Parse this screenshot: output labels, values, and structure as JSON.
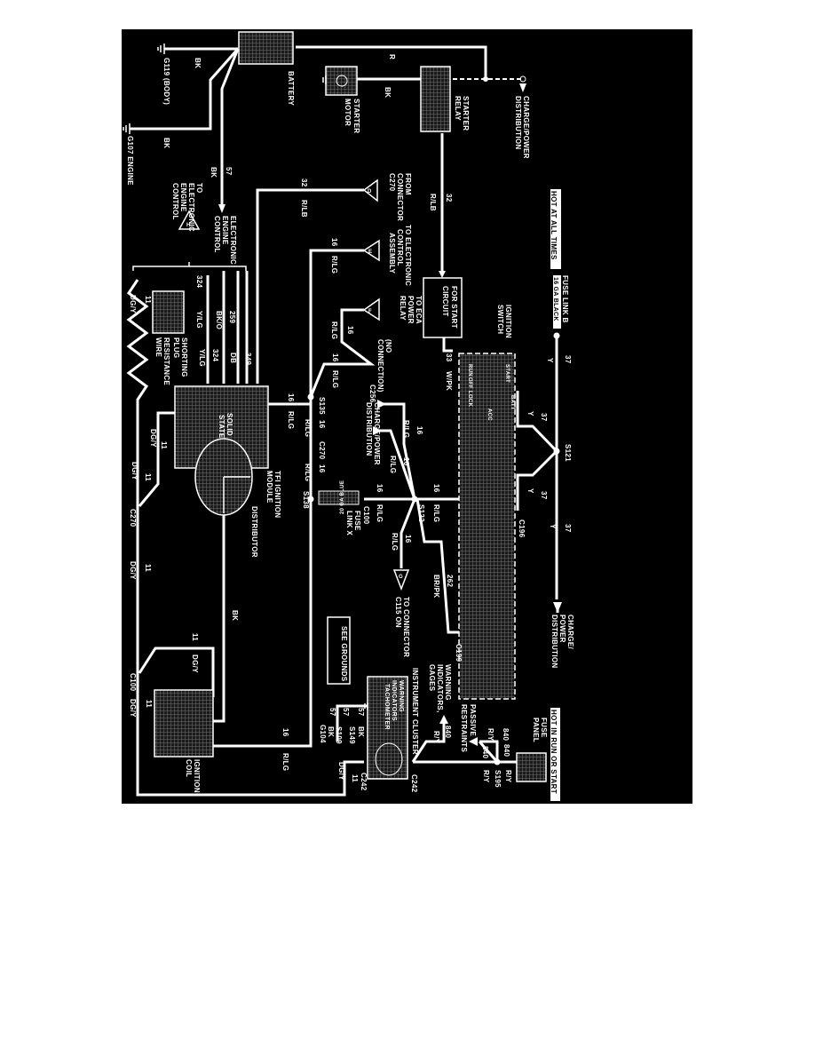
{
  "diagram": {
    "headers": {
      "hot_at_all_times": "HOT AT ALL TIMES",
      "hot_in_run_or_start": "HOT IN RUN OR START"
    },
    "components": {
      "battery": "BATTERY",
      "g119": "G119 (BODY)",
      "g107": "G107 ENGINE",
      "starter_motor": [
        "STARTER",
        "MOTOR"
      ],
      "starter_relay": [
        "STARTER",
        "RELAY"
      ],
      "charge_power_top": [
        "CHARGE/POWER",
        "DISTRIBUTION"
      ],
      "to_eec": [
        "TO",
        "ELECTRONIC",
        "ENGINE",
        "CONTROL"
      ],
      "eec": [
        "ELECTRONIC",
        "ENGINE",
        "CONTROL"
      ],
      "from_connector": [
        "FROM",
        "CONNECTOR",
        "C270"
      ],
      "to_eca_assembly": [
        "TO ELECTRONIC",
        "CONTROL",
        "ASSEMBLY"
      ],
      "fuse_link_b": "FUSE LINK B",
      "fuse_link_b_wire": "16 GA BLACK",
      "ignition_switch": [
        "IGNITION",
        "SWITCH"
      ],
      "for_start_circuit": [
        "FOR START",
        "CIRCUIT"
      ],
      "to_eca_relay": [
        "TO ECA",
        "POWER",
        "RELAY"
      ],
      "no_connection": [
        "(NO",
        "CONNECTION)"
      ],
      "c256": "C256",
      "shorting_plug": [
        "SHORTING",
        "PLUG",
        "RESISTANCE",
        "WIRE"
      ],
      "tfi_module": [
        "TFI IGNITION",
        "MODULE"
      ],
      "solid_state": [
        "SOLID",
        "STATE"
      ],
      "distributor": "DISTRIBUTOR",
      "charge_power_mid": [
        "CHARGE/POWER",
        "DISTRIBUTION"
      ],
      "fuse_link_x": [
        "FUSE",
        "LINK X"
      ],
      "fuse_link_x_wire": "20 GA BLUE",
      "to_connector_c115": [
        "TO CONNECTOR",
        "C115 ON"
      ],
      "see_grounds": "SEE GROUNDS",
      "ignition_coil": [
        "IGNITION",
        "COIL"
      ],
      "instrument_cluster": "INSTRUMENT CLUSTER",
      "cluster_inner": [
        "WARNING",
        "INDICATORS",
        "TACHOMETER"
      ],
      "warning_indicators": [
        "WARNING",
        "INDICATORS,",
        "GAGES"
      ],
      "passive_restraints": [
        "PASSIVE",
        "RESTRAINTS"
      ],
      "fuse_panel": [
        "FUSE",
        "PANEL"
      ],
      "charge_power_right": [
        "CHARGE/",
        "POWER",
        "DISTRIBUTION"
      ],
      "switch_positions": [
        "START",
        "RUN",
        "OFF",
        "LOCK",
        "ACC",
        "BATT"
      ]
    },
    "wires": {
      "bk": "BK",
      "r": "R",
      "w57": "57",
      "w32": "32",
      "rlb": "R/LB",
      "w16": "16",
      "rlg": "R/LG",
      "w33": "33",
      "wpk": "W/PK",
      "w37": "37",
      "y": "Y",
      "w11": "11",
      "dgy": "DG/Y",
      "w324": "324",
      "ylg": "Y/LG",
      "bko": "BK/O",
      "w259": "259",
      "db": "DB",
      "w349": "349",
      "w262": "262",
      "brpk": "BR/PK",
      "w840": "840",
      "ry": "R/Y"
    },
    "connectors": {
      "s135": "S135",
      "c270": "C270",
      "s138": "S138",
      "c100": "C100",
      "s122": "S122",
      "s121": "S121",
      "c196": "C196",
      "c199": "C199",
      "c242": "C242",
      "s195": "S195",
      "s149": "S149",
      "s109": "S109",
      "g104": "G104"
    },
    "callouts": {
      "d": "D",
      "e": "E",
      "f": "F",
      "g": "G",
      "h": "H"
    },
    "colors": {
      "background": "#000000",
      "wire": "#ffffff",
      "page": "#ffffff"
    }
  }
}
